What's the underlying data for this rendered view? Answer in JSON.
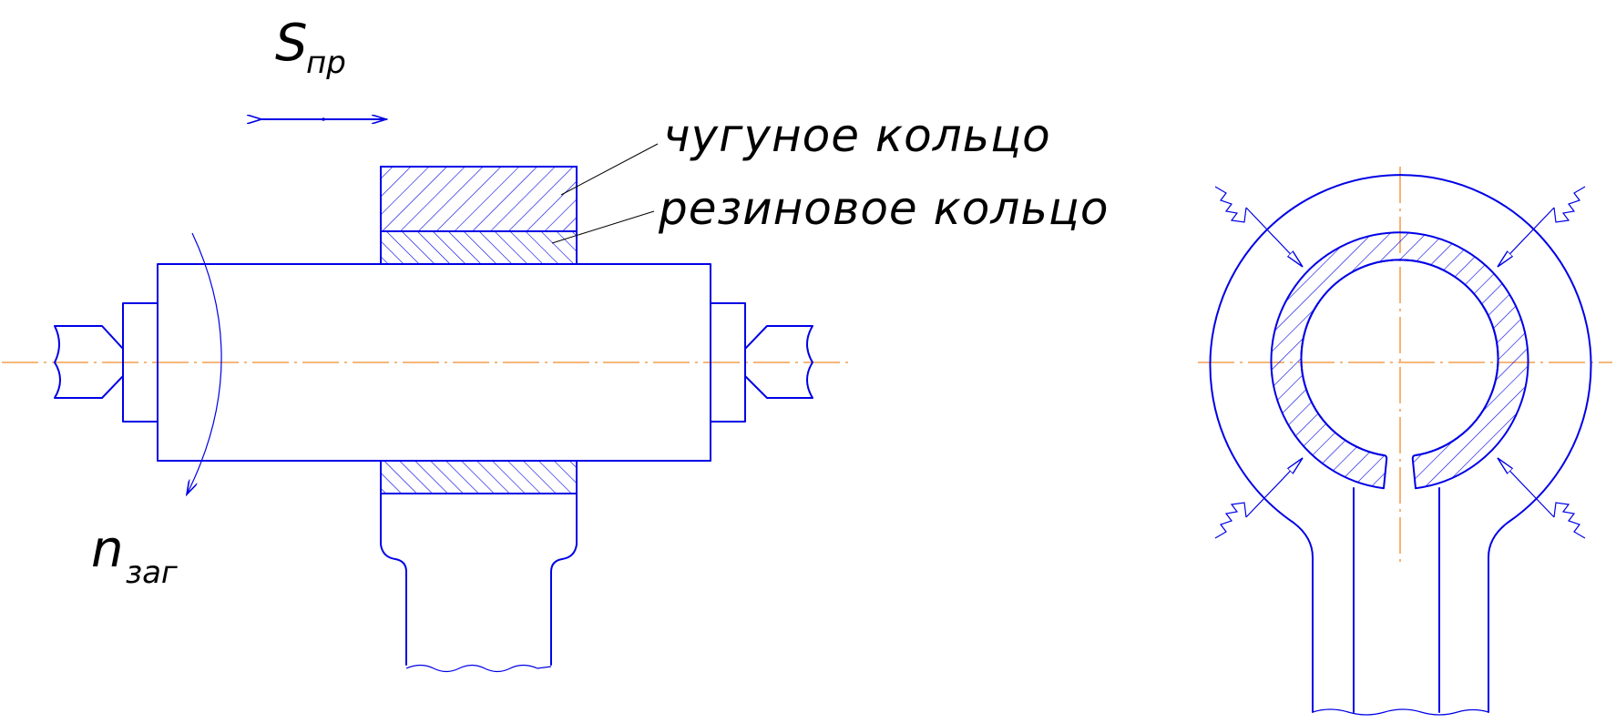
{
  "labels": {
    "cast_iron_ring": "чугуное кольцо",
    "rubber_ring": "резиновое кольцо",
    "feed_symbol": "S",
    "feed_subscript": "пр",
    "rotation_symbol": "n",
    "rotation_subscript": "заг"
  },
  "colors": {
    "outline": "#0000e6",
    "axis": "#f08a2a",
    "text": "#000000"
  }
}
